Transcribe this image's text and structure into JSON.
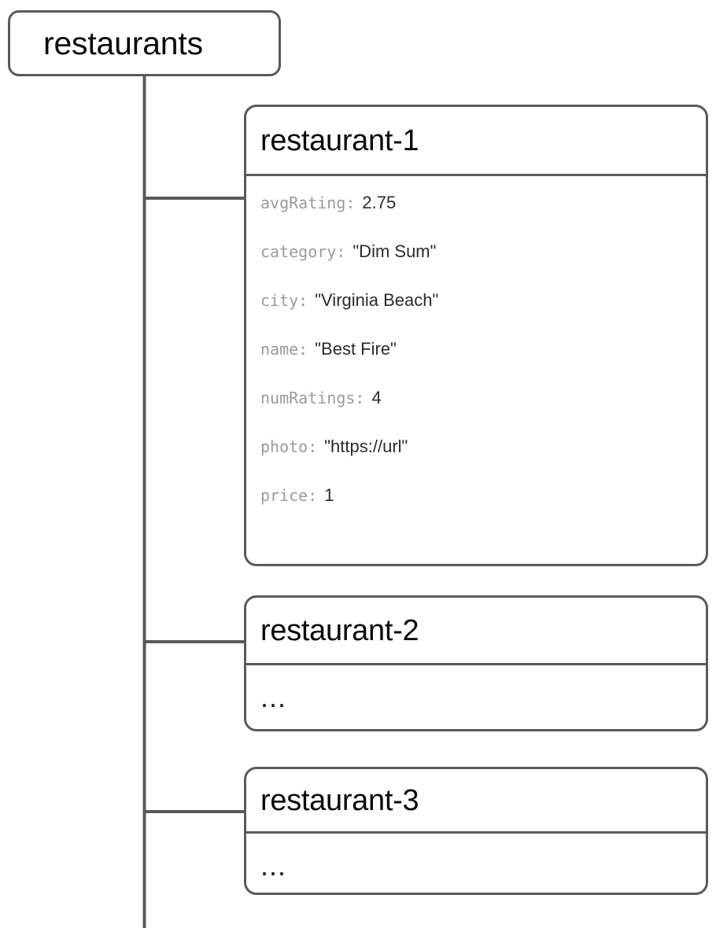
{
  "diagram": {
    "type": "firestore-data-model-tree",
    "stroke_color": "#5a5a5a",
    "key_color": "#9b9b9b",
    "value_color": "#2b2b2b",
    "background": "#ffffff",
    "root": {
      "label": "restaurants",
      "kind": "collection"
    },
    "documents": [
      {
        "id": "restaurant-1",
        "fields": [
          {
            "key": "avgRating:",
            "value": "2.75"
          },
          {
            "key": "category:",
            "value": "\"Dim Sum\""
          },
          {
            "key": "city:",
            "value": "\"Virginia Beach\""
          },
          {
            "key": "name:",
            "value": "\"Best Fire\""
          },
          {
            "key": "numRatings:",
            "value": "4"
          },
          {
            "key": "photo:",
            "value": "\"https://url\""
          },
          {
            "key": "price:",
            "value": "1"
          }
        ]
      },
      {
        "id": "restaurant-2",
        "body_placeholder": "..."
      },
      {
        "id": "restaurant-3",
        "body_placeholder": "..."
      }
    ]
  }
}
